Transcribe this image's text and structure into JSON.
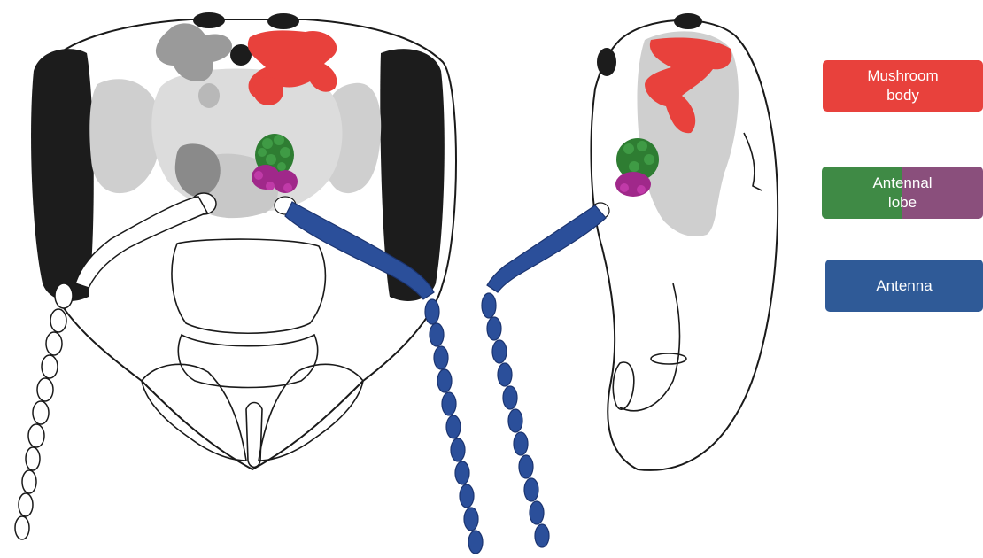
{
  "legend": {
    "mushroom_body": {
      "label": "Mushroom\nbody",
      "color": "#e8413c"
    },
    "antennal_lobe": {
      "label": "Antennal\nlobe",
      "color_start": "#3f8a45",
      "color_end": "#8a4f7c"
    },
    "antenna": {
      "label": "Antenna",
      "color": "#2f5a97"
    }
  },
  "colors": {
    "outline": "#1a1a1a",
    "eye": "#1c1c1c",
    "brain_gray": "#cfcfcf",
    "brain_dark": "#8a8a8a",
    "glomeruli_green": "#2e7d32",
    "glomeruli_purple": "#a0288a",
    "antenna_blue": "#2b4f9a"
  }
}
